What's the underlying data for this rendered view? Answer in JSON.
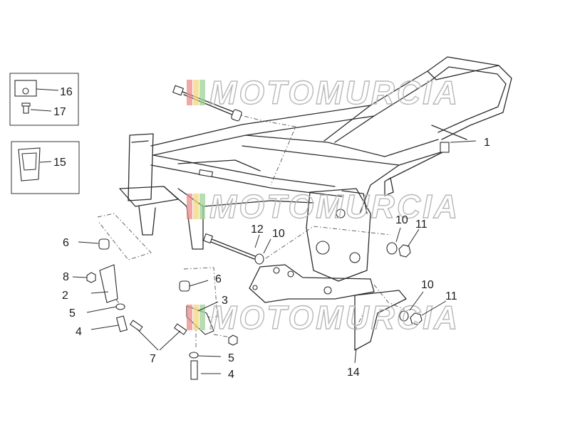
{
  "watermark": {
    "text": "MOTOMURCIA",
    "stripe_colors": [
      "#e98a8a",
      "#f0d77a",
      "#9fd39a"
    ]
  },
  "labels": [
    {
      "id": "1",
      "text": "1"
    },
    {
      "id": "2",
      "text": "2"
    },
    {
      "id": "3",
      "text": "3"
    },
    {
      "id": "4a",
      "text": "4"
    },
    {
      "id": "4b",
      "text": "4"
    },
    {
      "id": "5a",
      "text": "5"
    },
    {
      "id": "5b",
      "text": "5"
    },
    {
      "id": "6a",
      "text": "6"
    },
    {
      "id": "6b",
      "text": "6"
    },
    {
      "id": "7",
      "text": "7"
    },
    {
      "id": "8",
      "text": "8"
    },
    {
      "id": "10a",
      "text": "10"
    },
    {
      "id": "10b",
      "text": "10"
    },
    {
      "id": "10c",
      "text": "10"
    },
    {
      "id": "11a",
      "text": "11"
    },
    {
      "id": "11b",
      "text": "11"
    },
    {
      "id": "12",
      "text": "12"
    },
    {
      "id": "14",
      "text": "14"
    },
    {
      "id": "15",
      "text": "15"
    },
    {
      "id": "16",
      "text": "16"
    },
    {
      "id": "17",
      "text": "17"
    }
  ]
}
